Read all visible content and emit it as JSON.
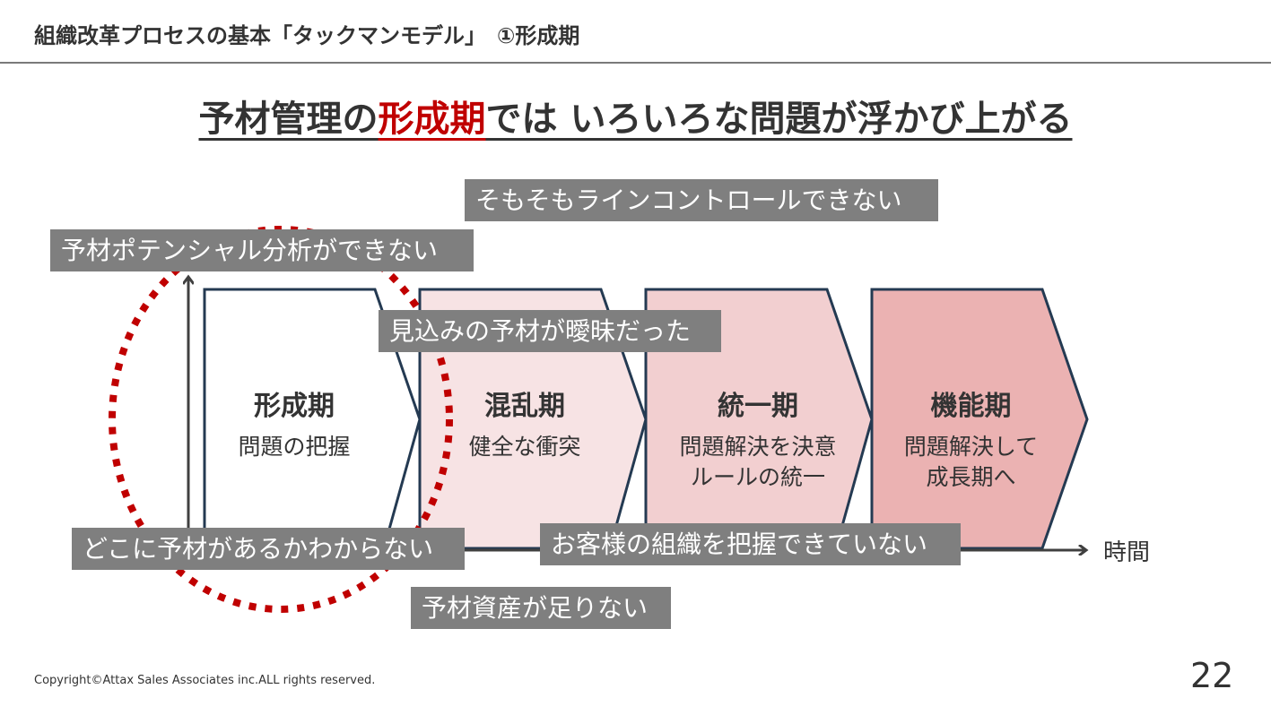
{
  "header": {
    "title": "組織改革プロセスの基本「タックマンモデル」　①形成期"
  },
  "headline": {
    "pre": "予材管理の",
    "highlight": "形成期",
    "post": "では いろいろな問題が浮かび上がる"
  },
  "stages": [
    {
      "name": "形成期",
      "desc": [
        "問題の把握"
      ],
      "fill": "#ffffff"
    },
    {
      "name": "混乱期",
      "desc": [
        "健全な衝突"
      ],
      "fill": "#f7e3e4"
    },
    {
      "name": "統一期",
      "desc": [
        "問題解決を決意",
        "ルールの統一"
      ],
      "fill": "#f2cfd0"
    },
    {
      "name": "機能期",
      "desc": [
        "問題解決して",
        "成長期へ"
      ],
      "fill": "#ebb2b2"
    }
  ],
  "axis": {
    "x_label": "時間"
  },
  "problems": [
    "そもそもラインコントロールできない",
    "予材ポテンシャル分析ができない",
    "見込みの予材が曖昧だった",
    "どこに予材があるかわからない",
    "お客様の組織を把握できていない",
    "予材資産が足りない"
  ],
  "footer": {
    "copyright": "Copyright©Attax Sales Associates inc.ALL rights reserved.",
    "page": "22"
  },
  "colors": {
    "accent": "#c00000",
    "box": "#7f7f7f",
    "stroke": "#243a52"
  }
}
